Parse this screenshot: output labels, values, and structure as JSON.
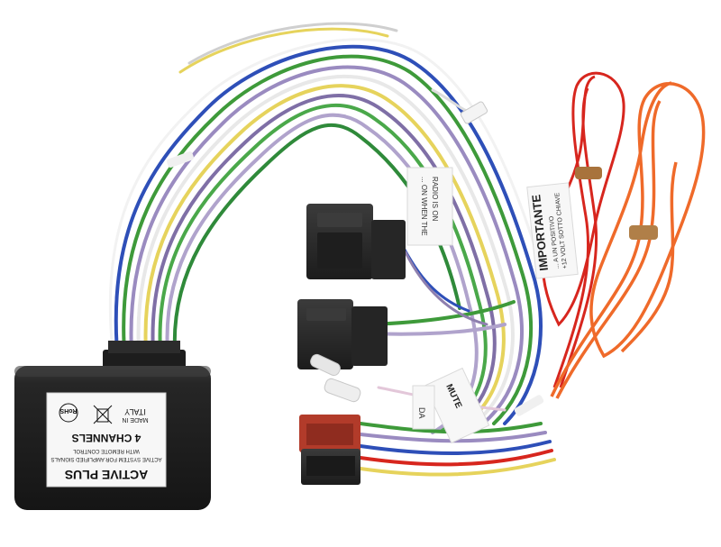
{
  "module_label": {
    "title": "ACTIVE PLUS",
    "line1": "ACTIVE SYSTEM FOR AMPLIFIED SIGNALS",
    "line2": "WITH REMOTE CONTROL",
    "channels": "4 CHANNELS",
    "made_in": "MADE IN",
    "country": "ITALY",
    "compliance": "RoHS"
  },
  "tags": {
    "radio_tag_line1": "... ON WHEN THE",
    "radio_tag_line2": "RADIO IS ON",
    "importante_title": "IMPORTANTE",
    "importante_line1": "... A UN POSITIVO",
    "importante_line2": "+12 VOLT SOTTO CHIAVE",
    "mute_tag": "MUTE",
    "da_tag": "DA"
  },
  "colors": {
    "module_body": "#232323",
    "connector": "#2a2a2a",
    "connector_red": "#b23b2a",
    "wire_red": "#d7261e",
    "wire_orange": "#ef6a2a",
    "wire_green": "#3e9a3a",
    "wire_violet": "#8e7fae",
    "wire_blue": "#2e4fb8",
    "wire_yellow": "#e6d35c",
    "wire_white": "#e8e8e8"
  }
}
